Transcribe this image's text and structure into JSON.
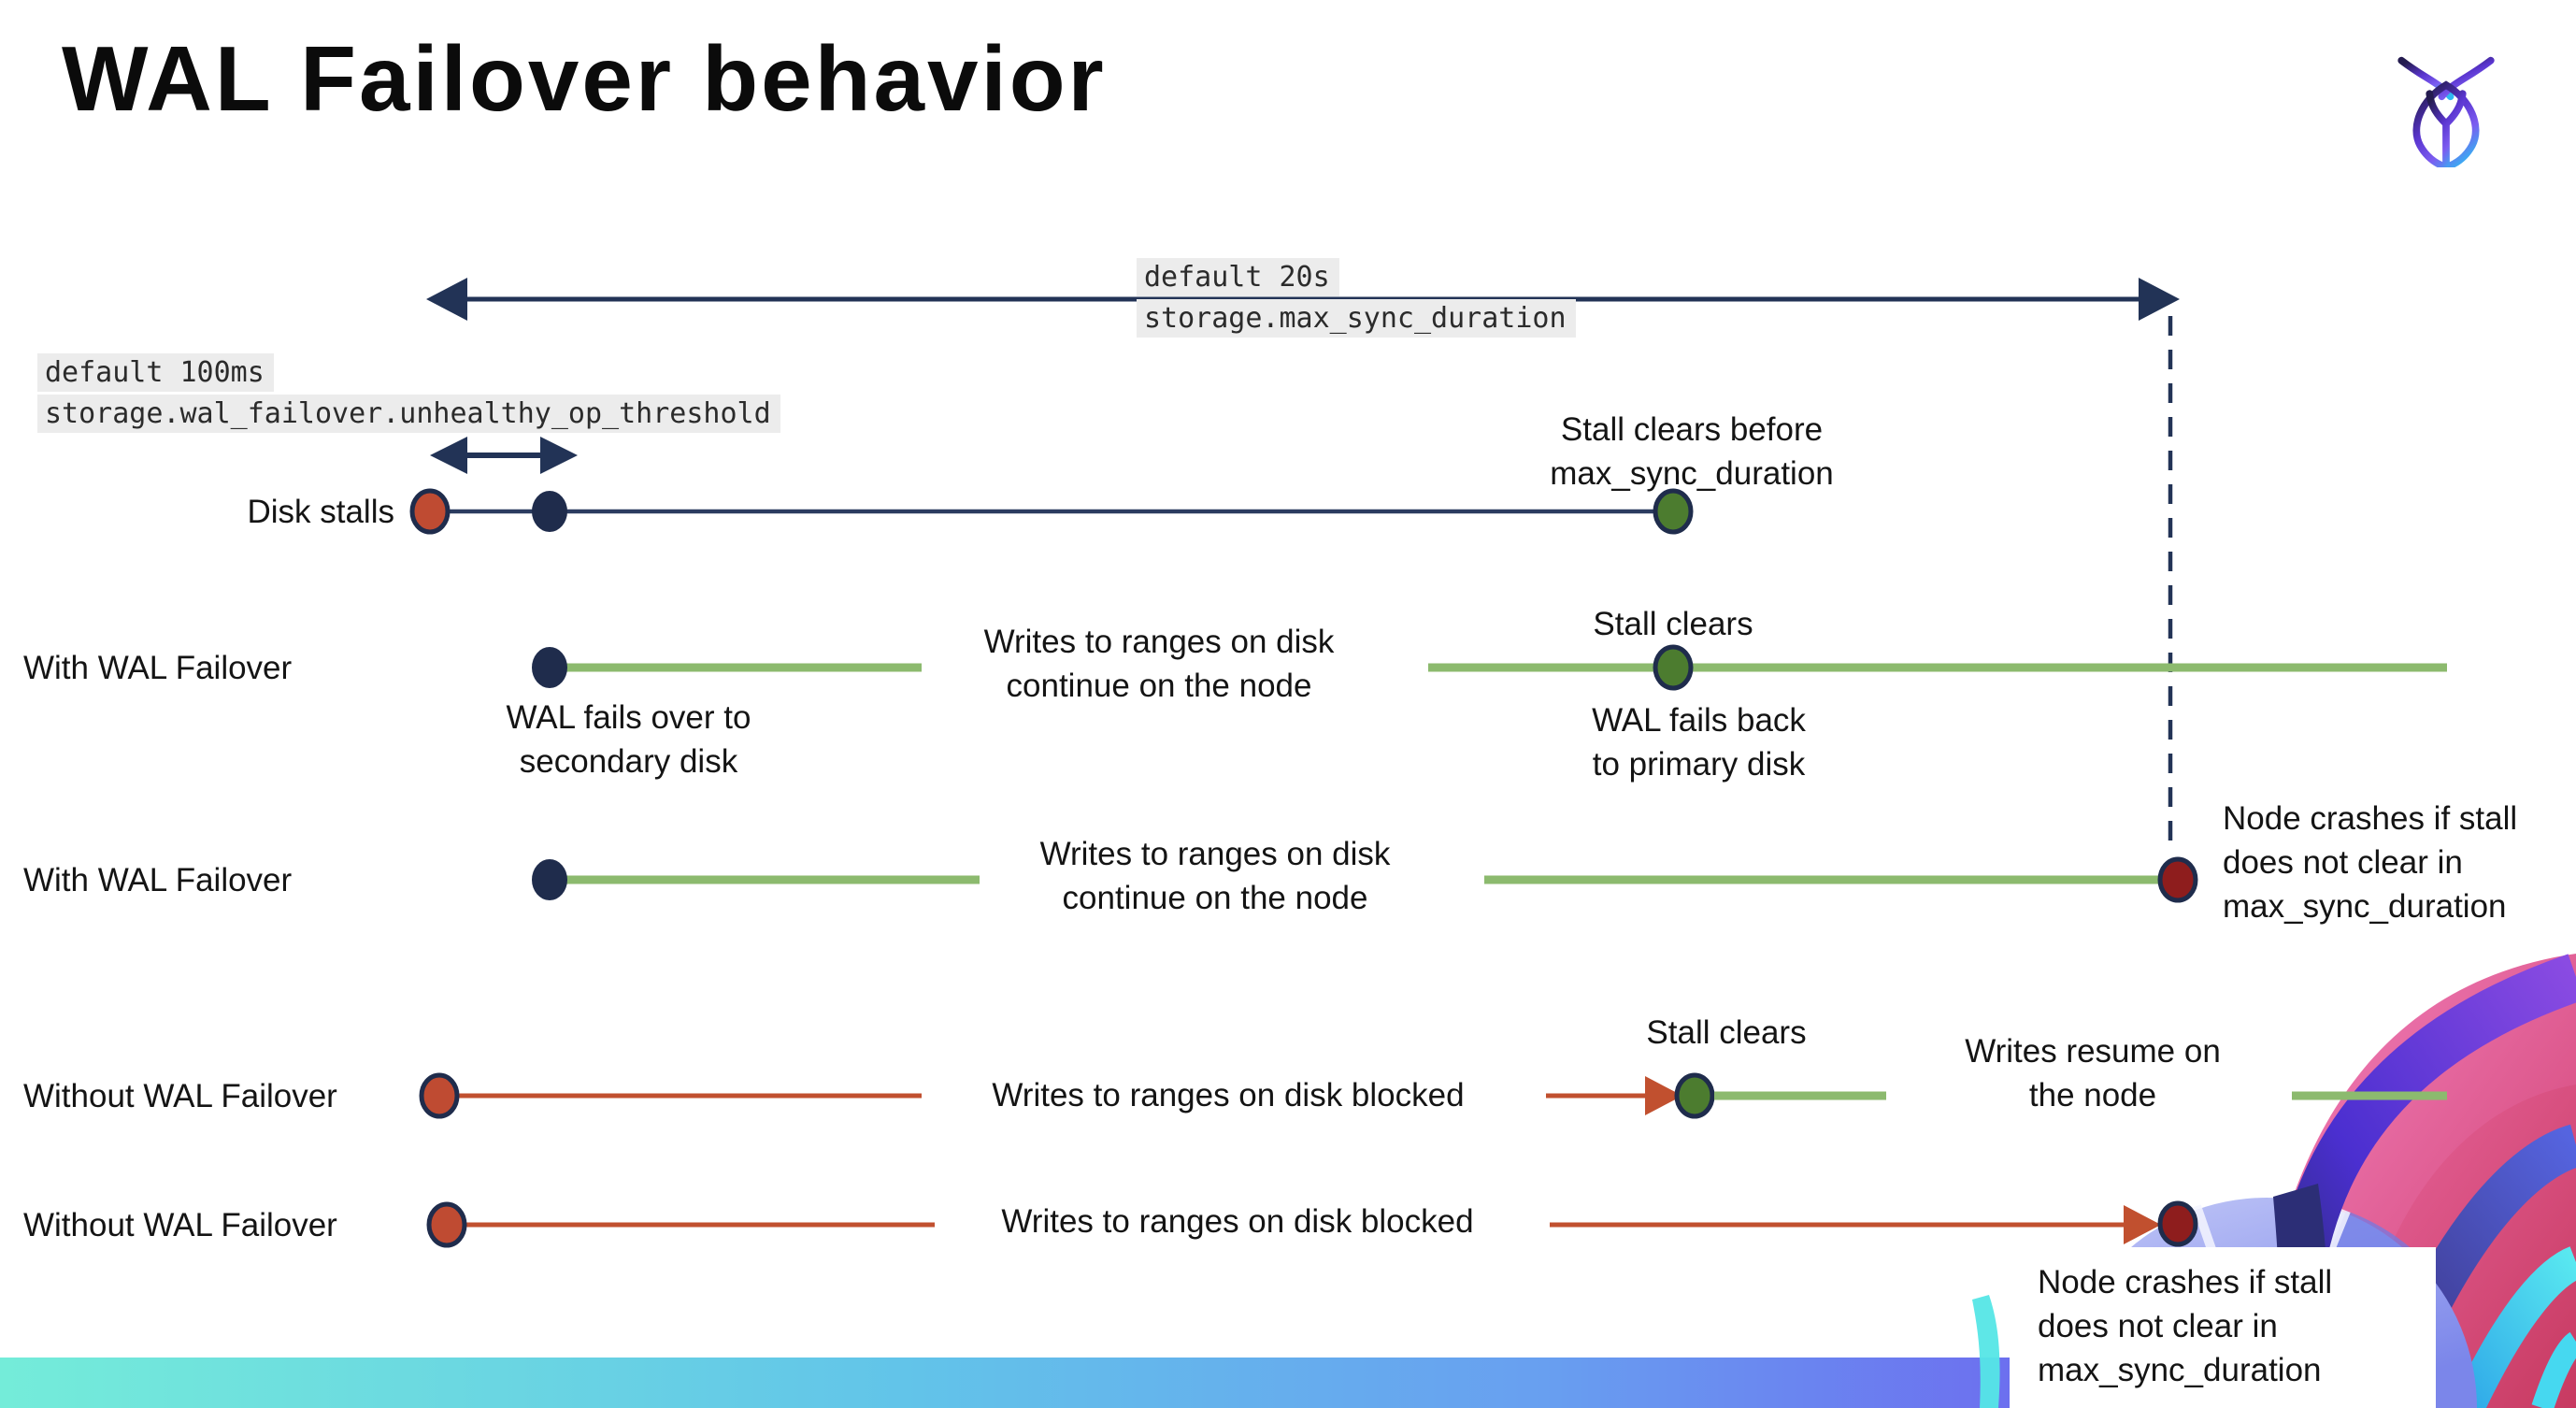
{
  "slide": {
    "title": "WAL Failover behavior",
    "brand_logo": "cockroachdb-beetle-logo"
  },
  "settings_callouts": {
    "max_sync_duration": {
      "default_value": "default 20s",
      "setting_name": "storage.max_sync_duration"
    },
    "unhealthy_op_threshold": {
      "default_value": "default 100ms",
      "setting_name": "storage.wal_failover.unhealthy_op_threshold"
    }
  },
  "rows": [
    {
      "label": "Disk stalls"
    },
    {
      "label": "With WAL Failover"
    },
    {
      "label": "With WAL Failover"
    },
    {
      "label": "Without WAL Failover"
    },
    {
      "label": "Without WAL Failover"
    }
  ],
  "annotations": {
    "stall_clears_before_1": "Stall clears before",
    "stall_clears_before_2": "max_sync_duration",
    "wal_fails_over_1": "WAL fails over to",
    "wal_fails_over_2": "secondary disk",
    "writes_continue_1": "Writes to ranges on disk",
    "writes_continue_2": "continue on the node",
    "stall_clears": "Stall clears",
    "wal_fails_back_1": "WAL fails  back",
    "wal_fails_back_2": "to primary disk",
    "node_crashes_1": "Node crashes if stall",
    "node_crashes_2": "does not clear in",
    "node_crashes_3": "max_sync_duration",
    "writes_blocked": "Writes to ranges on disk  blocked",
    "writes_resume_1": "Writes resume on",
    "writes_resume_2": "the node"
  },
  "colors": {
    "navy": "#1f2c4c",
    "navy_line": "#2b3c60",
    "green_line": "#8cba6e",
    "green_dot": "#4c7c2f",
    "red_orange": "#bf4b32",
    "red_line": "#c1502f",
    "dark_red": "#8e1d1d",
    "callout_bg": "#ececec",
    "footer_gradient": [
      "#74ecd9",
      "#62c4e9",
      "#6d65ef"
    ]
  }
}
